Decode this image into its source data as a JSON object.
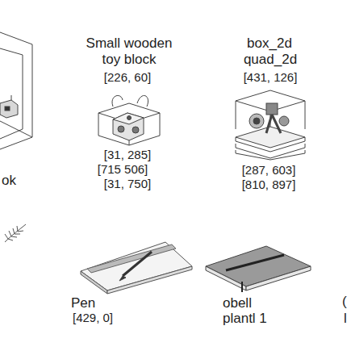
{
  "diagram": {
    "labels": [
      "ok",
      "Small wooden toy block",
      "[226, 60]",
      "[31, 285]",
      "[715 506]",
      "[31, 750]",
      "box_2d",
      "quad_2d",
      "[431, 126]",
      "[287, 603]",
      "[810, 897]",
      "Pen",
      "[429, 0]",
      "obell",
      "plantl 1",
      "(",
      "l"
    ]
  }
}
